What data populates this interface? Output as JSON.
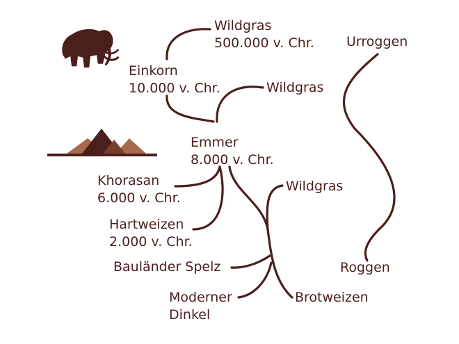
{
  "colors": {
    "ink": "#4a1f1c",
    "pyramid_dark": "#4a1f1c",
    "pyramid_light": "#a86a4f"
  },
  "icons": {
    "mammoth": "mammoth-icon",
    "pyramids": "pyramids-icon"
  },
  "nodes": {
    "wildgras_top": {
      "line1": "Wildgras",
      "line2": "500.000 v. Chr."
    },
    "einkorn": {
      "line1": "Einkorn",
      "line2": "10.000 v. Chr."
    },
    "wildgras_mid": {
      "line1": "Wildgras"
    },
    "emmer": {
      "line1": "Emmer",
      "line2": "8.000 v. Chr."
    },
    "khorasan": {
      "line1": "Khorasan",
      "line2": "6.000 v. Chr."
    },
    "hartweizen": {
      "line1": "Hartweizen",
      "line2": "2.000 v. Chr."
    },
    "wildgras_low": {
      "line1": "Wildgras"
    },
    "baulaender": {
      "line1": "Bauländer Spelz"
    },
    "dinkel": {
      "line1": "Moderner",
      "line2": "Dinkel"
    },
    "brotweizen": {
      "line1": "Brotweizen"
    },
    "urroggen": {
      "line1": "Urroggen"
    },
    "roggen": {
      "line1": "Roggen"
    }
  }
}
